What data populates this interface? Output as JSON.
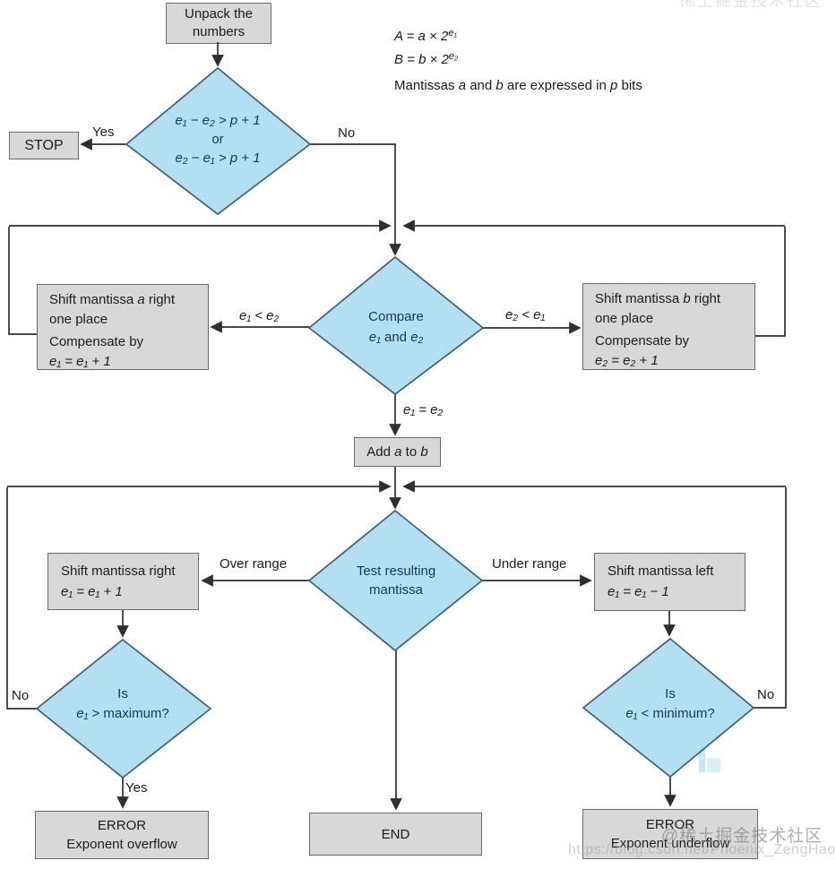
{
  "note": {
    "f1": {
      "base": "A = a × 2",
      "exp": "e₁"
    },
    "f2": {
      "base": "B = b × 2",
      "exp": "e₂"
    },
    "f3": {
      "p1": "Mantissas ",
      "v1": "a",
      "p2": " and ",
      "v2": "b",
      "p3": " are expressed in ",
      "v3": "p",
      "p4": " bits"
    }
  },
  "nodes": {
    "unpack": {
      "label": "Unpack the numbers"
    },
    "stop": {
      "label": "STOP"
    },
    "d_exp": {
      "l1": "e₁ − e₂ > p + 1",
      "l2": "or",
      "l3": "e₂ − e₁ > p + 1"
    },
    "shift_a": {
      "l1p": "Shift mantissa ",
      "l1v": "a",
      "l1s": " right",
      "l2": "one place",
      "l3": "Compensate by",
      "l4": "e₁ = e₁ + 1"
    },
    "d_compare": {
      "l1": "Compare",
      "l2v1": "e₁",
      "l2mid": " and ",
      "l2v2": "e₂"
    },
    "shift_b": {
      "l1p": "Shift mantissa ",
      "l1v": "b",
      "l1s": " right",
      "l2": "one place",
      "l3": "Compensate by",
      "l4": "e₂ = e₂ + 1"
    },
    "add": {
      "p1": "Add ",
      "v1": "a",
      "p2": " to ",
      "v2": "b"
    },
    "d_test": {
      "l1": "Test resulting",
      "l2": "mantissa"
    },
    "shift_r": {
      "l1": "Shift mantissa right",
      "l2": "e₁ = e₁ + 1"
    },
    "shift_l": {
      "l1": "Shift mantissa left",
      "l2": "e₁ = e₁ − 1"
    },
    "d_max": {
      "l1": "Is",
      "l2v": "e₁",
      "l2s": " > maximum?"
    },
    "d_min": {
      "l1": "Is",
      "l2v": "e₁",
      "l2s": " < minimum?"
    },
    "err_over": {
      "l1": "ERROR",
      "l2": "Exponent overflow"
    },
    "end": {
      "label": "END"
    },
    "err_under": {
      "l1": "ERROR",
      "l2": "Exponent underflow"
    }
  },
  "edges": {
    "yes1": "Yes",
    "no1": "No",
    "e1_lt_e2": "e₁ < e₂",
    "e2_lt_e1": "e₂ < e₁",
    "e1_eq_e2": "e₁ = e₂",
    "over": "Over range",
    "under": "Under range",
    "no_left": "No",
    "yes_left": "Yes",
    "no_right": "No"
  },
  "watermark": {
    "community": "@稀土掘金技术社区",
    "url": "https://blog.csdn.net/Phoenix_ZengHao",
    "top_fragment": "稀土掘金技术社区"
  },
  "colors": {
    "diamond_fill": "#b3dff2",
    "diamond_stroke": "#3f6172",
    "box_fill": "#d8d8d8",
    "box_stroke": "#6a6a6a",
    "connector": "#2f2f2f",
    "diamond_text": "#15374f",
    "watermark_gray": "#8a8a8a",
    "artifact_cyan": "#a8dcf0"
  }
}
